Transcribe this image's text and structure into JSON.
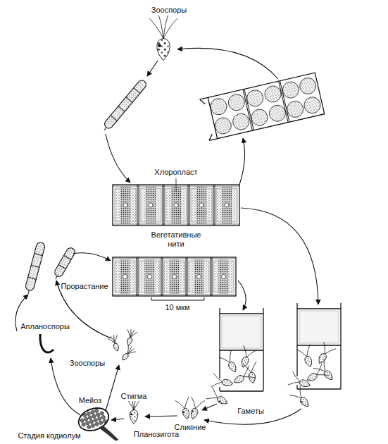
{
  "diagram": {
    "labels": [
      "Зооспоры",
      "Хлоропласт",
      "Вегетативные нити",
      "10 мкм",
      "Прорастание",
      "Апланоспоры",
      "Зооспоры",
      "Мейоз",
      "Гаметы",
      "Стигма",
      "Слияние",
      "Стадия кодиолум",
      "Планозигота"
    ]
  }
}
